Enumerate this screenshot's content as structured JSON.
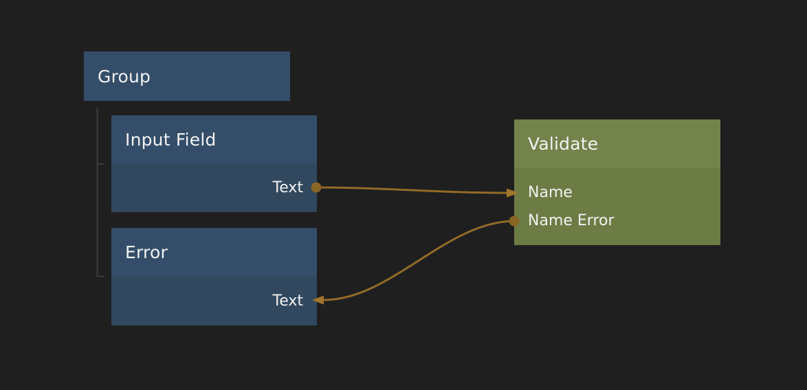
{
  "canvas": {
    "type": "node-graph-editor",
    "background": "#1f1f20"
  },
  "colors": {
    "node_blue_header": "#344e69",
    "node_blue_body": "#31485e",
    "node_green_header": "#74834b",
    "node_green_body": "#6d7c45",
    "wire": "#926b28",
    "wire_endpoint_dot": "#8a6526",
    "wire_arrowhead": "#a0762e",
    "hierarchy_line": "#3b3b3b",
    "text": "#f2f2f2"
  },
  "nodes": {
    "group": {
      "title": "Group",
      "kind": "visual-container",
      "ports": []
    },
    "input_field": {
      "title": "Input Field",
      "kind": "visual",
      "ports": [
        {
          "label": "Text",
          "direction": "output",
          "side": "right"
        }
      ]
    },
    "error": {
      "title": "Error",
      "kind": "visual",
      "ports": [
        {
          "label": "Text",
          "direction": "input",
          "side": "right"
        }
      ]
    },
    "validate": {
      "title": "Validate",
      "kind": "logic",
      "ports": [
        {
          "label": "Name",
          "direction": "input",
          "side": "left"
        },
        {
          "label": "Name Error",
          "direction": "output",
          "side": "left"
        }
      ]
    }
  },
  "hierarchy": {
    "parent": "Group",
    "children": [
      "Input Field",
      "Error"
    ]
  },
  "connections": [
    {
      "from_node": "Input Field",
      "from_port": "Text",
      "to_node": "Validate",
      "to_port": "Name"
    },
    {
      "from_node": "Validate",
      "from_port": "Name Error",
      "to_node": "Error",
      "to_port": "Text"
    }
  ]
}
